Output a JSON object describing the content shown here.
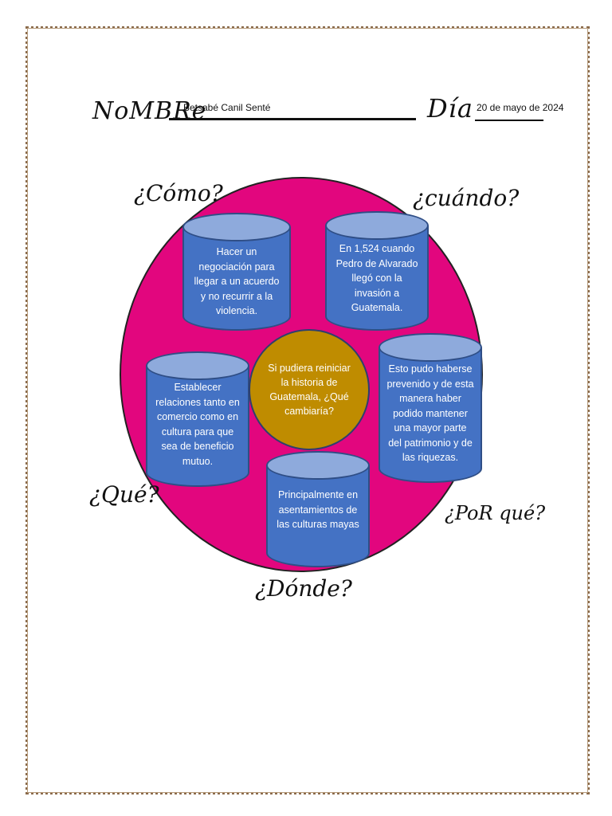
{
  "header": {
    "nombre_label": "NoMBRe",
    "nombre_value": "Betsabé Canil Senté",
    "dia_label": "Día",
    "dia_value": "20 de mayo de 2024"
  },
  "center": {
    "question": "Si pudiera reiniciar la historia de Guatemala, ¿Qué cambiaría?"
  },
  "questions": {
    "como": "¿Cómo?",
    "cuando": "¿cuándo?",
    "que": "¿Qué?",
    "porque": "¿PoR qué?",
    "donde": "¿Dónde?"
  },
  "answers": {
    "como": "Hacer un negociación para llegar a un acuerdo y no recurrir a la violencia.",
    "cuando": "En 1,524 cuando Pedro de Alvarado llegó con la invasión a Guatemala.",
    "que": "Establecer relaciones tanto en comercio como en cultura para que sea de beneficio mutuo.",
    "porque": "Esto pudo haberse prevenido y de esta manera haber podido mantener una mayor parte del patrimonio y de las riquezas.",
    "donde": "Principalmente en asentamientos  de las culturas mayas"
  },
  "colors": {
    "circle": "#e2067e",
    "center": "#bf8c00",
    "cylinder": "#4472c4",
    "cylinder_top": "#8eaadc"
  }
}
